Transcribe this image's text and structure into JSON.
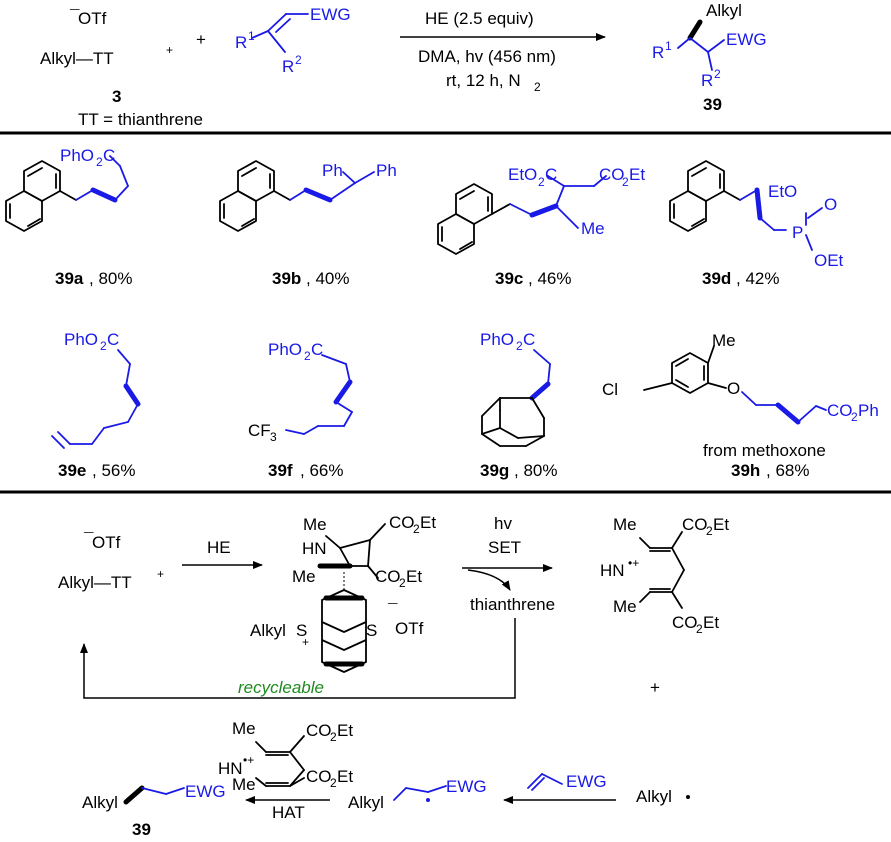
{
  "reaction": {
    "reagent_counterion": "OTf",
    "reagent_name": "Alkyl—TT",
    "reagent_charge": "+",
    "reagent_number": "3",
    "tt_def": "TT = thianthrene",
    "plus": "+",
    "alkene_r1": "R",
    "alkene_r1_sup": "1",
    "alkene_ewg": "EWG",
    "alkene_r2": "R",
    "alkene_r2_sup": "2",
    "cond_top": "HE (2.5 equiv)",
    "cond_mid": "DMA, hv (456 nm)",
    "cond_bot": "rt, 12 h, N",
    "cond_bot_sub": "2",
    "product_alkyl": "Alkyl",
    "product_r1": "R",
    "product_r1_sup": "1",
    "product_ewg": "EWG",
    "product_r2": "R",
    "product_r2_sup": "2",
    "product_number": "39"
  },
  "products": [
    {
      "id": "39a",
      "yield": ", 80%",
      "group": "PhO",
      "group_sub": "2",
      "group_end": "C"
    },
    {
      "id": "39b",
      "yield": ", 40%",
      "ph1": "Ph",
      "ph2": "Ph"
    },
    {
      "id": "39c",
      "yield": ", 46%",
      "g1": "EtO",
      "g1_sub": "2",
      "g1_end": "C",
      "g2": "CO",
      "g2_sub": "2",
      "g2_end": "Et",
      "me": "Me"
    },
    {
      "id": "39d",
      "yield": ", 42%",
      "eto1": "EtO",
      "p": "P",
      "o": "O",
      "oet": "OEt"
    },
    {
      "id": "39e",
      "yield": ", 56%",
      "group": "PhO",
      "group_sub": "2",
      "group_end": "C"
    },
    {
      "id": "39f",
      "yield": ", 66%",
      "group": "PhO",
      "group_sub": "2",
      "group_end": "C",
      "cf": "CF",
      "cf_sub": "3"
    },
    {
      "id": "39g",
      "yield": ", 80%",
      "group": "PhO",
      "group_sub": "2",
      "group_end": "C"
    },
    {
      "id": "39h",
      "yield": ", 68%",
      "cl": "Cl",
      "me": "Me",
      "o": "O",
      "ester": "CO",
      "ester_sub": "2",
      "ester_end": "Ph",
      "note": "from methoxone"
    }
  ],
  "mechanism": {
    "counterion": "OTf",
    "reagent": "Alkyl—TT",
    "reagent_charge": "+",
    "he_label": "HE",
    "me_top": "Me",
    "nh": "HN",
    "co2et_top": "CO",
    "co2et_top_sub": "2",
    "co2et_top_end": "Et",
    "me_bot": "Me",
    "co2et_bot": "CO",
    "co2et_bot_sub": "2",
    "co2et_bot_end": "Et",
    "alkyl_s": "Alkyl",
    "s_plus": "S",
    "s_plus_charge": "+",
    "s_right": "S",
    "otf2": "OTf",
    "hv": "hv",
    "set": "SET",
    "thianthrene": "thianthrene",
    "recycleable": "recycleable",
    "rc_me_top": "Me",
    "rc_hn": "HN",
    "rc_charge": "•+",
    "rc_co2et_top": "CO",
    "rc_co2et_top_sub": "2",
    "rc_co2et_top_end": "Et",
    "rc_me_bot": "Me",
    "rc_co2et_bot": "CO",
    "rc_co2et_bot_sub": "2",
    "rc_co2et_bot_end": "Et",
    "plus": "+",
    "alkyl_radical": "Alkyl",
    "alkene_ewg": "EWG",
    "radical_alkyl": "Alkyl",
    "radical_ewg": "EWG",
    "hat": "HAT",
    "final_alkyl": "Alkyl",
    "final_ewg": "EWG",
    "final_number": "39",
    "hat_me_top": "Me",
    "hat_hn": "HN",
    "hat_charge": "•+",
    "hat_co2et_top": "CO",
    "hat_co2et_top_sub": "2",
    "hat_co2et_top_end": "Et",
    "hat_me_bot": "Me",
    "hat_co2et_bot": "CO",
    "hat_co2et_bot_sub": "2",
    "hat_co2et_bot_end": "Et"
  }
}
